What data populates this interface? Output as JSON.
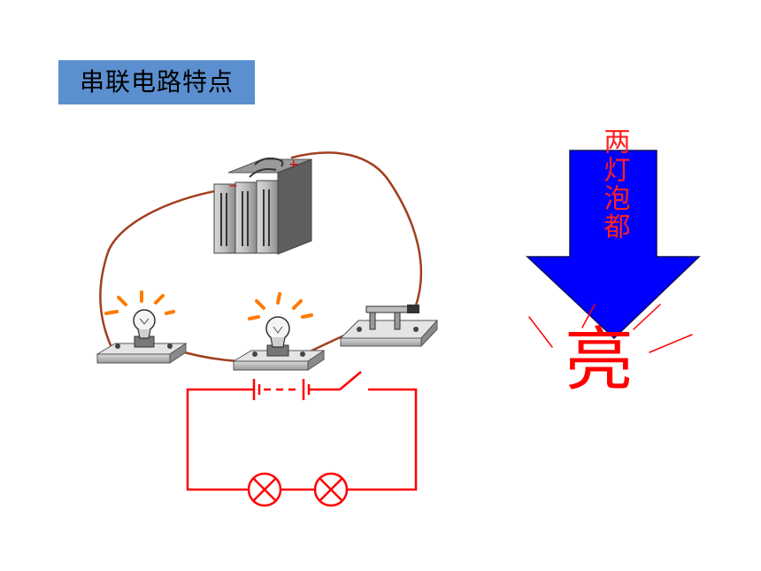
{
  "slide": {
    "title": "串联电路特点",
    "arrow_text": "两灯泡都",
    "result_text": "亮"
  },
  "battery": {
    "positive_mark": "+",
    "negative_mark": "−"
  },
  "colors": {
    "title_bg": "#5b8fcf",
    "arrow_fill": "#0000ff",
    "arrow_text": "#ff2020",
    "wire": "#a0401e",
    "schematic": "#ff0000",
    "glow": "#ff7a00"
  }
}
